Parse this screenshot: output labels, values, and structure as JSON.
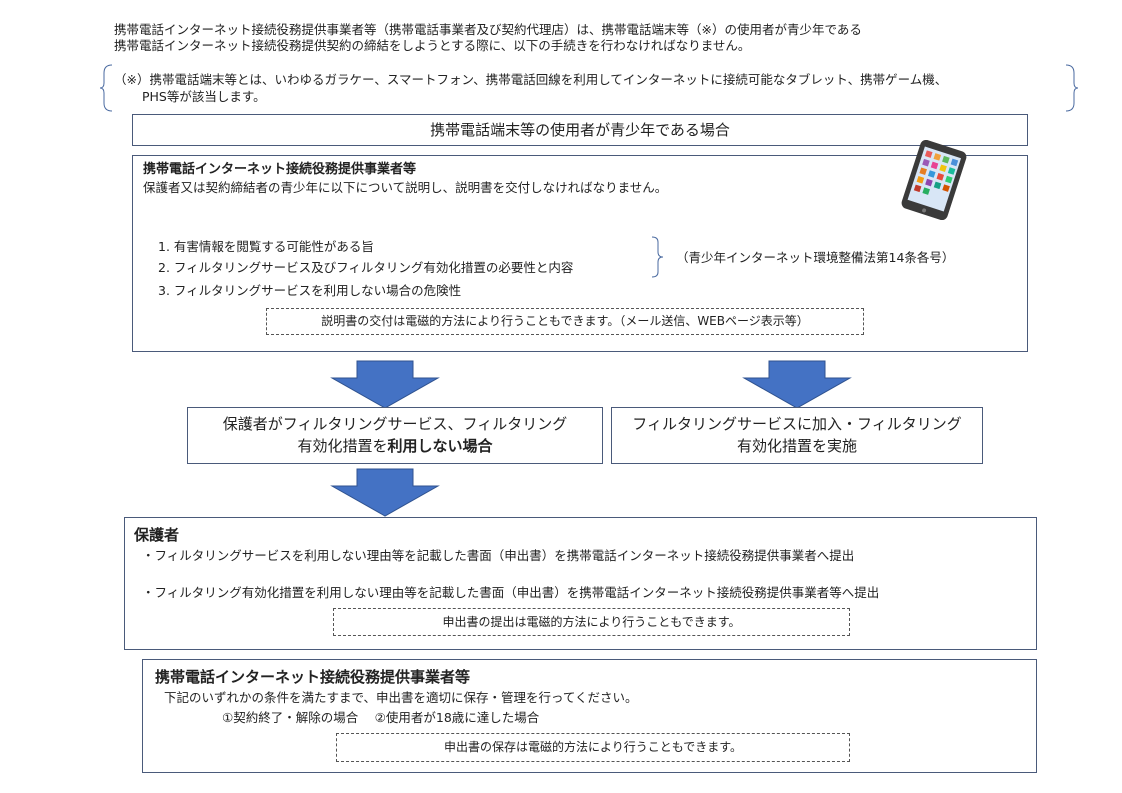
{
  "intro": {
    "line1": "携帯電話インターネット接続役務提供事業者等（携帯電話事業者及び契約代理店）は、携帯電話端末等（※）の使用者が青少年である",
    "line2": "携帯電話インターネット接続役務提供契約の締結をしようとする際に、以下の手続きを行わなければなりません。"
  },
  "note": {
    "line1": "（※）携帯電話端末等とは、いわゆるガラケー、スマートフォン、携帯電話回線を利用してインターネットに接続可能なタブレット、携帯ゲーム機、",
    "line2": "PHS等が該当します。"
  },
  "condition_title": "携帯電話端末等の使用者が青少年である場合",
  "provider_box": {
    "heading": "携帯電話インターネット接続役務提供事業者等",
    "desc": "保護者又は契約締結者の青少年に以下について説明し、説明書を交付しなければなりません。",
    "items": [
      "1. 有害情報を閲覧する可能性がある旨",
      "2. フィルタリングサービス及びフィルタリング有効化措置の必要性と内容",
      "3. フィルタリングサービスを利用しない場合の危険性"
    ],
    "law_ref": "（青少年インターネット環境整備法第14条各号）",
    "dashed_note": "説明書の交付は電磁的方法により行うこともできます。（メール送信、WEBページ表示等）"
  },
  "branch_left": {
    "line1": "保護者がフィルタリングサービス、フィルタリング",
    "line2a": "有効化措置を",
    "line2b": "利用しない場合"
  },
  "branch_right": {
    "line1": "フィルタリングサービスに加入・フィルタリング",
    "line2": "有効化措置を実施"
  },
  "guardian_box": {
    "heading": "保護者",
    "item1": "・フィルタリングサービスを利用しない理由等を記載した書面（申出書）を携帯電話インターネット接続役務提供事業者へ提出",
    "item2": "・フィルタリング有効化措置を利用しない理由等を記載した書面（申出書）を携帯電話インターネット接続役務提供事業者等へ提出",
    "dashed_note": "申出書の提出は電磁的方法により行うこともできます。"
  },
  "storage_box": {
    "heading": "携帯電話インターネット接続役務提供事業者等",
    "desc": "下記のいずれかの条件を満たすまで、申出書を適切に保存・管理を行ってください。",
    "conditions": "①契約終了・解除の場合　 ②使用者が18歳に達した場合",
    "dashed_note": "申出書の保存は電磁的方法により行うこともできます。"
  },
  "colors": {
    "arrow": "#4472c4",
    "border": "#4a5a7a"
  },
  "icons": {
    "phone": "smartphone-icon"
  }
}
